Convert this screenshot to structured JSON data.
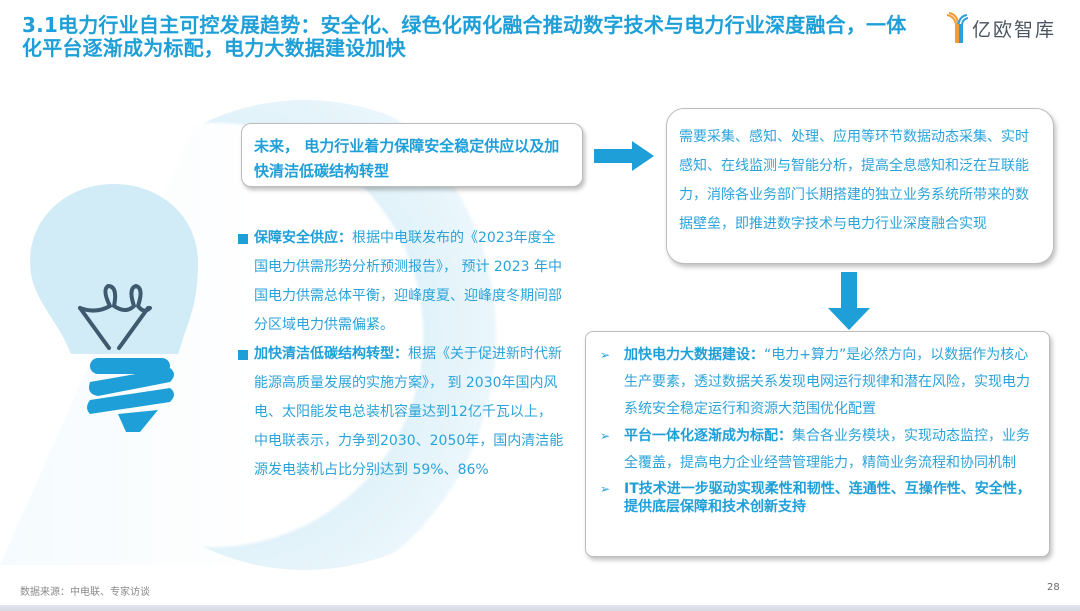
{
  "header": {
    "title": "3.1电力行业自主可控发展趋势：安全化、绿色化两化融合推动数字技术与电力行业深度融合，一体化平台逐渐成为标配，电力大数据建设加快",
    "logo_text": "亿欧智库",
    "logo_icon": "yiou-logo-icon"
  },
  "colors": {
    "accent": "#1f9fd8",
    "text": "#2ba3da",
    "bulb_glass": "#d1ecf7",
    "bulb_base": "#1f9fd8",
    "filament": "#3d5a6e"
  },
  "top_box": {
    "text": "未来， 电力行业着力保障安全稳定供应以及加快清洁低碳结构转型"
  },
  "info_box": {
    "text": "需要采集、感知、处理、应用等环节数据动态采集、实时感知、在线监测与智能分析，提高全息感知和泛在互联能力，消除各业务部门长期搭建的独立业务系统所带来的数据壁垒，即推进数字技术与电力行业深度融合实现"
  },
  "left_list": [
    {
      "label": "保障安全供应：",
      "text": "根据中电联发布的《2023年度全国电力供需形势分析预测报告》， 预计 2023 年中国电力供需总体平衡，迎峰度夏、迎峰度冬期间部分区域电力供需偏紧。"
    },
    {
      "label": "加快清洁低碳结构转型：",
      "text": "根据《关于促进新时代新能源高质量发展的实施方案》， 到 2030年国内风电、太阳能发电总装机容量达到12亿千瓦以上， 中电联表示，力争到2030、2050年，国内清洁能源发电装机占比分别达到 59%、86%"
    }
  ],
  "bottom_box": [
    {
      "label": "加快电力大数据建设：",
      "text": "“电力+算力”是必然方向，以数据作为核心生产要素，透过数据关系发现电网运行规律和潜在风险，实现电力系统安全稳定运行和资源大范围优化配置"
    },
    {
      "label": "平台一体化逐渐成为标配：",
      "text": "集合各业务模块，实现动态监控，业务全覆盖，提高电力企业经营管理能力，精简业务流程和协同机制"
    },
    {
      "label": "IT技术进一步驱动实现柔性和韧性、连通性、互操作性、安全性，提供底层保障和技术创新支持",
      "text": ""
    }
  ],
  "bullet_glyph": "➢",
  "footer": {
    "source": "数据来源：中电联、专家访谈",
    "page": "28"
  }
}
